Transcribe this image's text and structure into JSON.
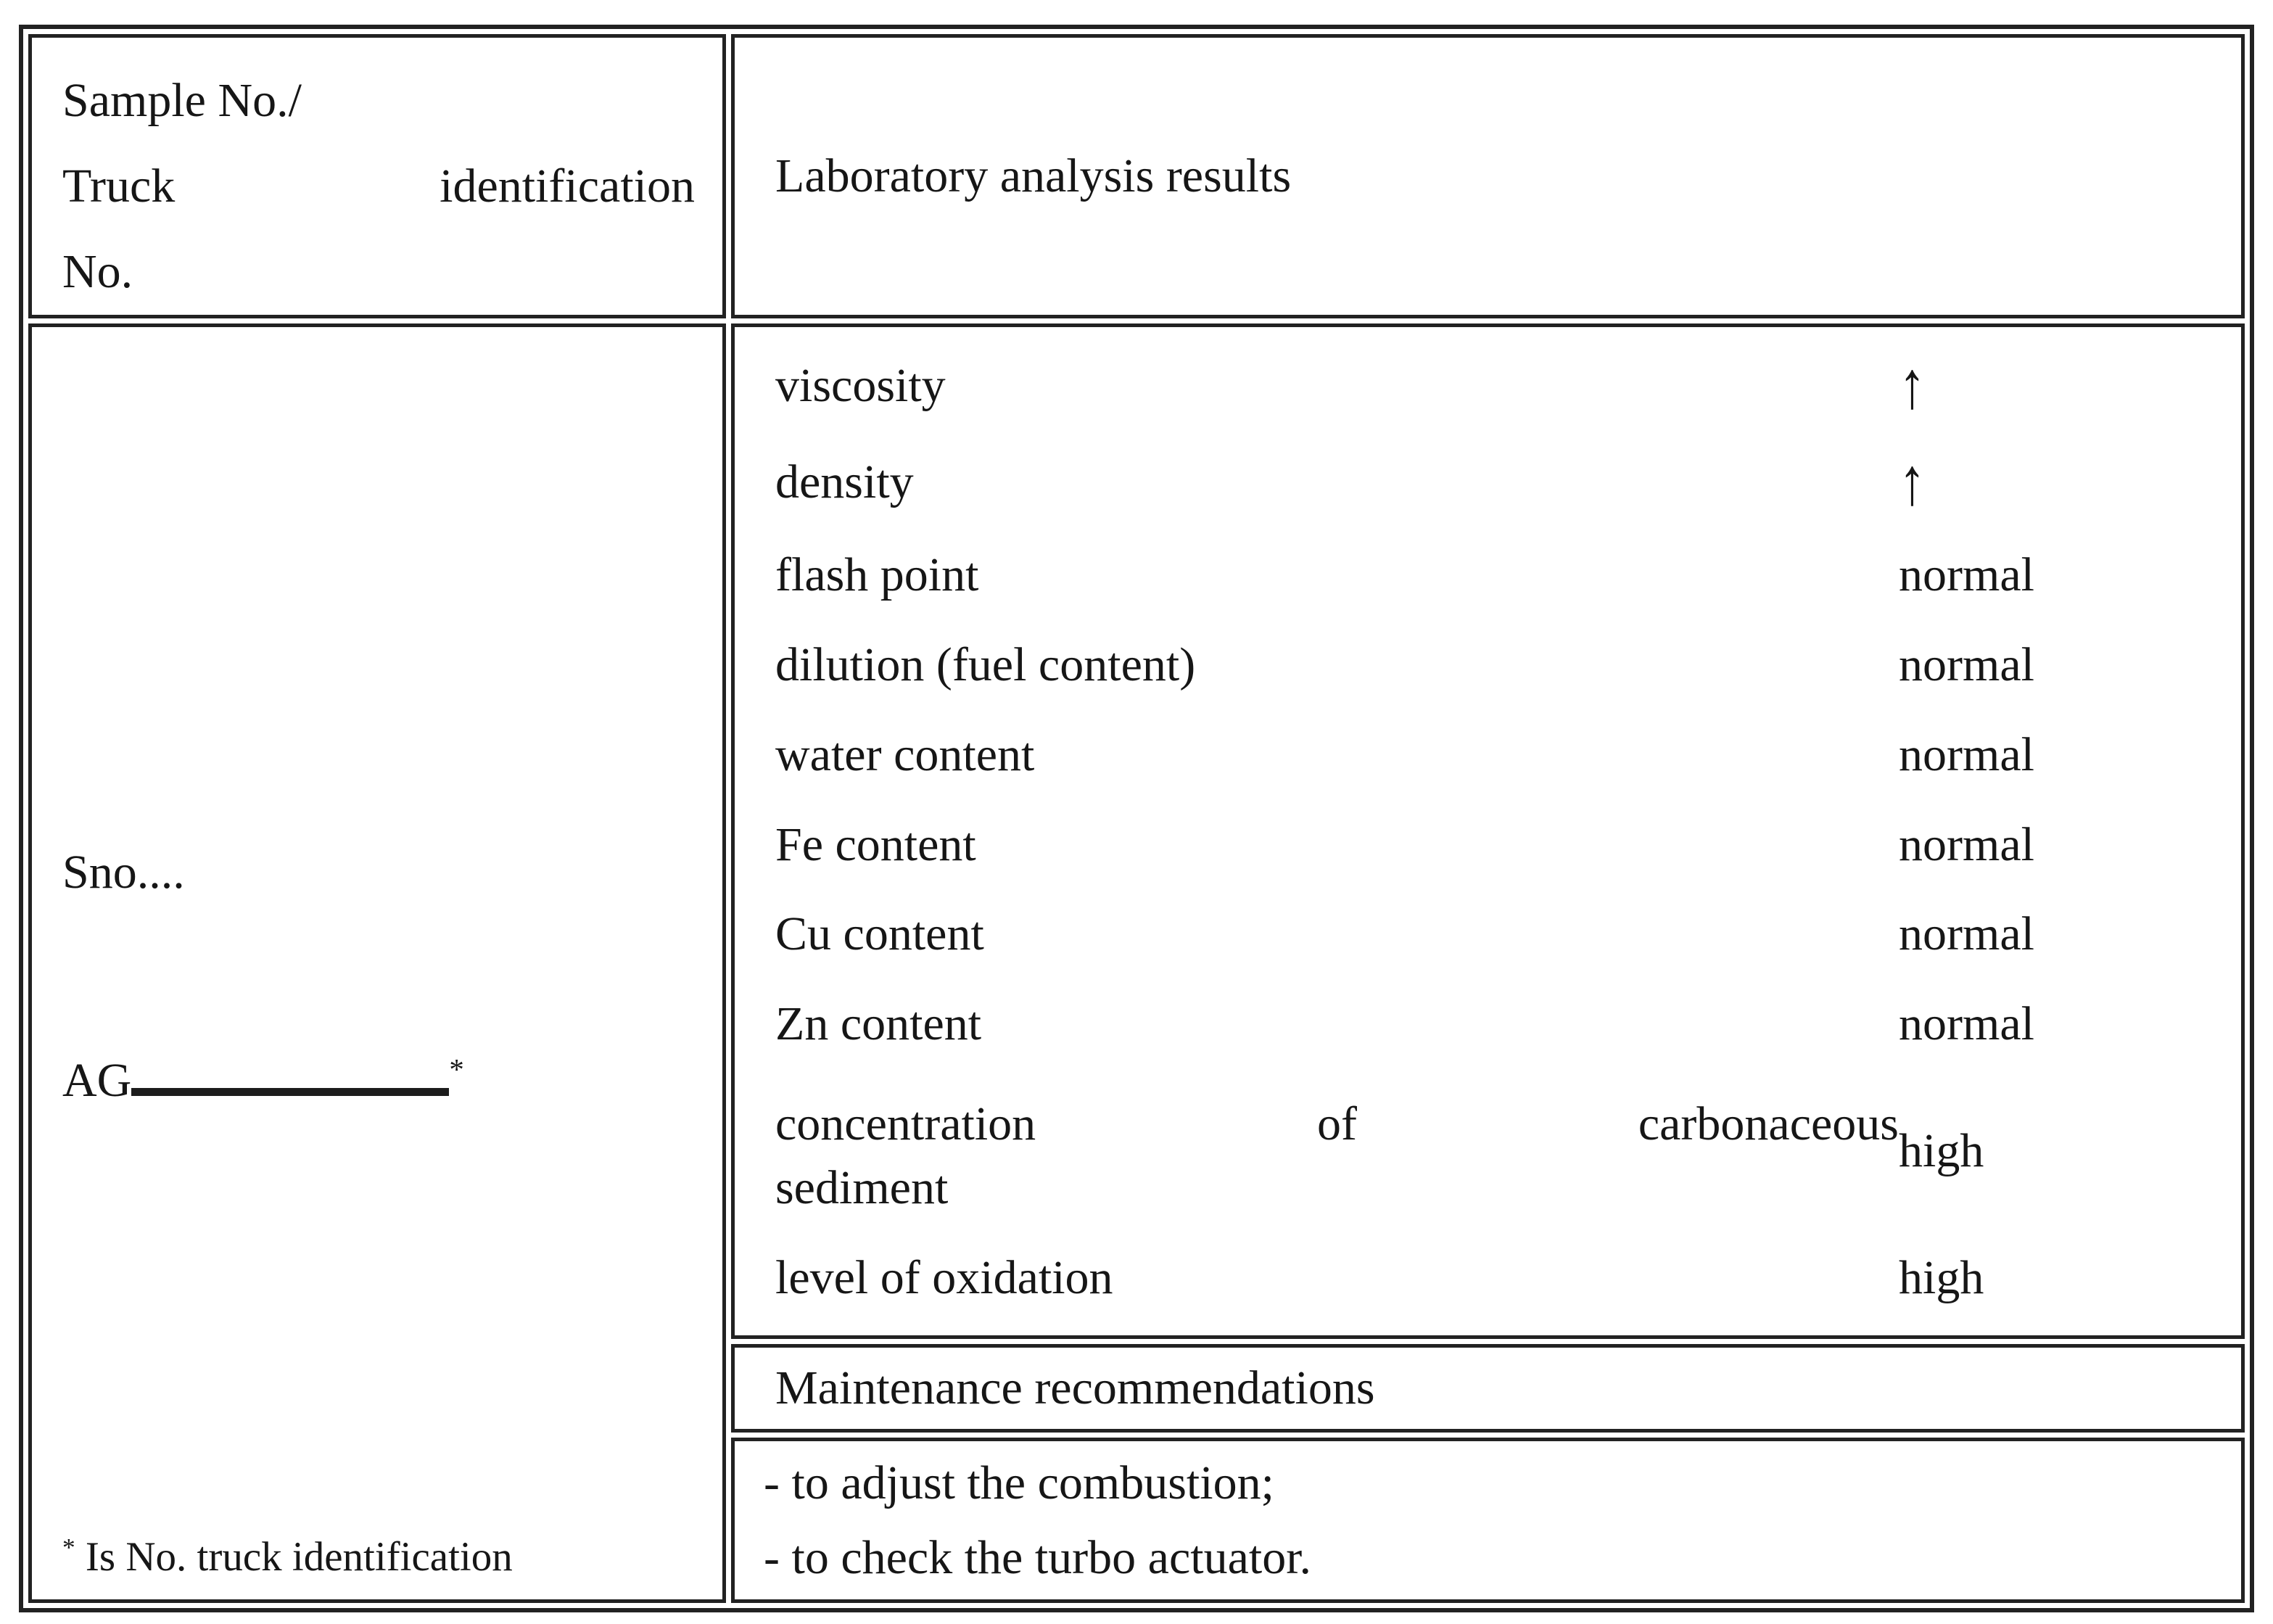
{
  "header": {
    "sample_line1": "Sample No./",
    "sample_line2_word1": "Truck",
    "sample_line2_word2": "identification",
    "sample_line3": "No.",
    "results_title": "Laboratory analysis results"
  },
  "sample_cell": {
    "sno_label": "Sno....",
    "ag_prefix": "AG",
    "ag_star": "*",
    "footnote_star": "*",
    "footnote_text": " Is No. truck identification"
  },
  "lab": {
    "rows": [
      {
        "label": "viscosity",
        "value": "↑"
      },
      {
        "label": "density",
        "value": "↑"
      },
      {
        "label": "flash point",
        "value": "normal"
      },
      {
        "label": "dilution (fuel content)",
        "value": "normal"
      },
      {
        "label": "water content",
        "value": "normal"
      },
      {
        "label": "Fe content",
        "value": "normal"
      },
      {
        "label": "Cu content",
        "value": "normal"
      },
      {
        "label": "Zn content",
        "value": "normal"
      },
      {
        "label": "concentration of carbonaceous sediment",
        "label_word1": "concentration",
        "label_word2": "of",
        "label_word3": "carbonaceous",
        "label_tail": "sediment",
        "value": "high"
      },
      {
        "label": "level of oxidation",
        "value": "high"
      }
    ]
  },
  "maintenance": {
    "title": "Maintenance recommendations",
    "items": [
      "- to adjust the combustion;",
      "- to check the turbo actuator."
    ]
  },
  "colors": {
    "border": "#222222",
    "text": "#161616",
    "background": "#ffffff"
  }
}
